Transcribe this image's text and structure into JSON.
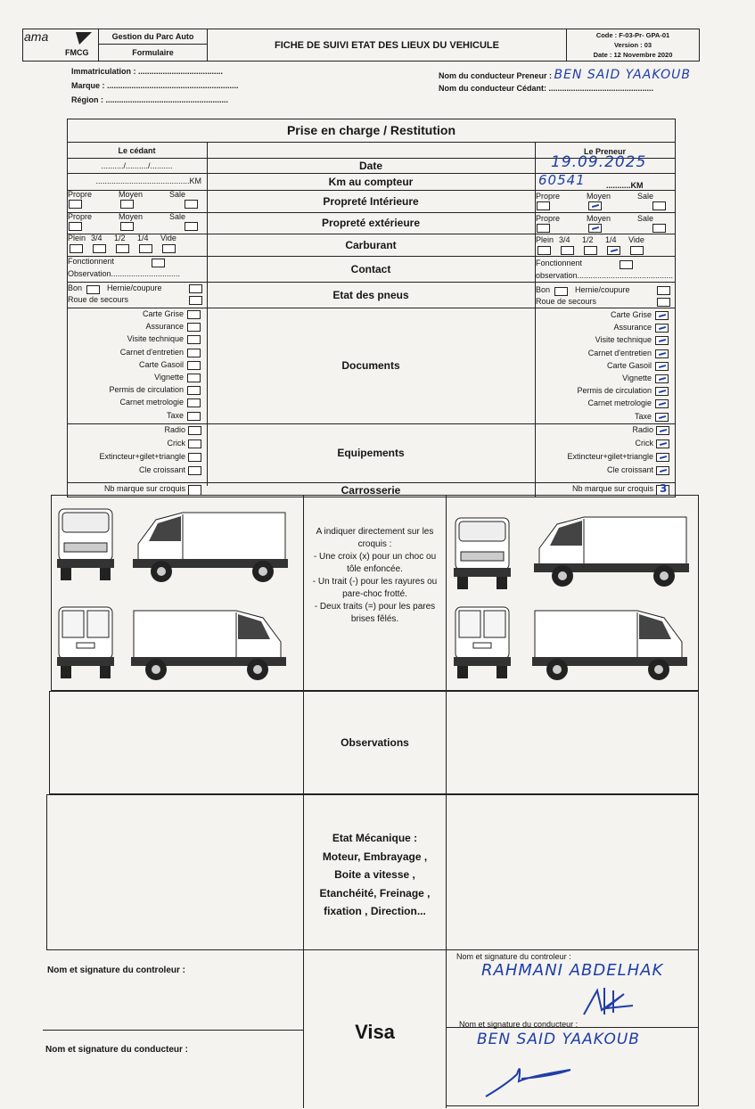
{
  "header": {
    "logo_text": "ama",
    "logo_sub": "FMCG",
    "dept": "Gestion du Parc Auto",
    "doc_type": "Formulaire",
    "title": "FICHE DE SUIVI ETAT DES LIEUX DU VEHICULE",
    "code": "Code : F-03-Pr- GPA-01",
    "version": "Version : 03",
    "date": "Date : 12 Novembre 2020"
  },
  "info": {
    "immatriculation": "Immatriculation : ......................................",
    "marque": "Marque : ...........................................................",
    "region": "Région : .......................................................",
    "preneur_label": "Nom du conducteur Preneur : ",
    "preneur_value": "BEN SAID YAAKOUB",
    "cedant_label": "Nom du conducteur Cédant: ...............................................",
    "cedant_value": ""
  },
  "table": {
    "title": "Prise en charge / Restitution",
    "left_header": "Le cédant",
    "right_header": "Le Preneur",
    "rows": {
      "date": "Date",
      "km": "Km au compteur",
      "prop_int": "Propreté Intérieure",
      "prop_ext": "Propreté extérieure",
      "carburant": "Carburant",
      "contact": "Contact",
      "pneus": "Etat des pneus",
      "documents": "Documents",
      "equipements": "Equipements",
      "carrosserie": "Carrosserie"
    },
    "left": {
      "date": "........../........../..........",
      "km": "..........................................KM"
    },
    "right": {
      "date": "19.09.2025",
      "km": "60541",
      "km_unit": "...........KM"
    },
    "propre": "Propre",
    "moyen": "Moyen",
    "sale": "Sale",
    "fuel": [
      "Plein",
      "3/4",
      "1/2",
      "1/4",
      "Vide"
    ],
    "right_fuel_checked": "1/4",
    "fonctionnent": "Fonctionnent",
    "observation_left": "Observation...............................",
    "observation_right": "observation...........................................",
    "bon": "Bon",
    "hernie": "Hernie/coupure",
    "roue": "Roue de secours",
    "documents": [
      "Carte Grise",
      "Assurance",
      "Visite technique",
      "Carnet d'entretien",
      "Carte Gasoil",
      "Vignette",
      "Permis de circulation",
      "Carnet metrologie",
      "Taxe"
    ],
    "equipements": [
      "Radio",
      "Crick",
      "Extincteur+gilet+triangle",
      "Cle croissant"
    ],
    "nb_marque": "Nb marque sur croquis",
    "nb_marque_right": "3"
  },
  "croquis": {
    "instructions": [
      "A indiquer directement sur les croquis :",
      "- Une croix (x) pour un choc ou tôle enfoncée.",
      "- Un trait (-) pour les rayures ou pare-choc frotté.",
      "- Deux traits (=) pour les pares brises fêlés."
    ]
  },
  "observations": "Observations",
  "mecanique": {
    "title": "Etat Mécanique  :",
    "lines": [
      "Moteur, Embrayage ,",
      "Boite a vitesse ,",
      "Etanchéité, Freinage ,",
      "fixation , Direction..."
    ]
  },
  "visa": {
    "label": "Visa",
    "controleur_label": "Nom et signature du controleur :",
    "conducteur_label": "Nom et signature du conducteur :",
    "controleur_name": "RAHMANI ABDELHAK",
    "conducteur_name": "BEN SAID YAAKOUB"
  }
}
